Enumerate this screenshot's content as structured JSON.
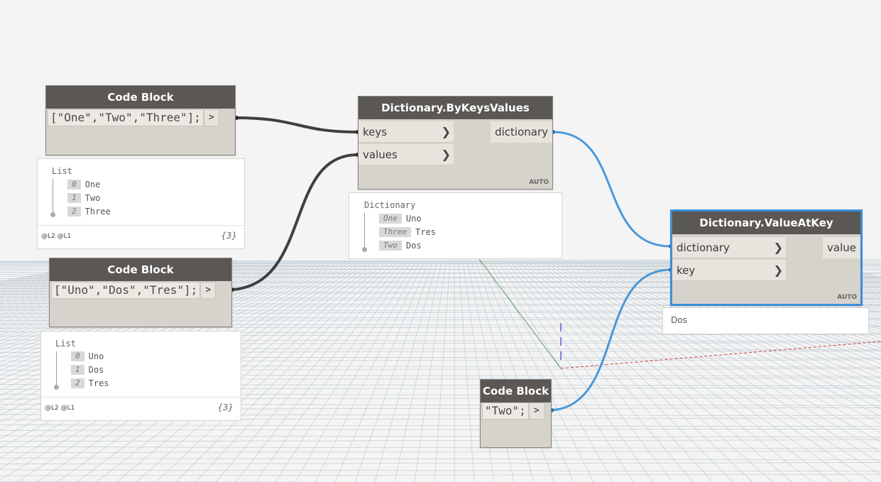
{
  "nodes": {
    "code_block_1": {
      "title": "Code Block",
      "code": "[\"One\",\"Two\",\"Three\"];",
      "port": ">"
    },
    "code_block_2": {
      "title": "Code Block",
      "code": "[\"Uno\",\"Dos\",\"Tres\"];",
      "port": ">"
    },
    "code_block_3": {
      "title": "Code Block",
      "code": "\"Two\";",
      "port": ">"
    },
    "by_keys_values": {
      "title": "Dictionary.ByKeysValues",
      "inputs": [
        "keys",
        "values"
      ],
      "output": "dictionary",
      "lacing": "AUTO"
    },
    "value_at_key": {
      "title": "Dictionary.ValueAtKey",
      "inputs": [
        "dictionary",
        "key"
      ],
      "output": "value",
      "lacing": "AUTO"
    }
  },
  "previews": {
    "list_1": {
      "title": "List",
      "items": [
        {
          "index": "0",
          "value": "One"
        },
        {
          "index": "1",
          "value": "Two"
        },
        {
          "index": "2",
          "value": "Three"
        }
      ],
      "levels": "@L2 @L1",
      "count": "{3}"
    },
    "list_2": {
      "title": "List",
      "items": [
        {
          "index": "0",
          "value": "Uno"
        },
        {
          "index": "1",
          "value": "Dos"
        },
        {
          "index": "2",
          "value": "Tres"
        }
      ],
      "levels": "@L2 @L1",
      "count": "{3}"
    },
    "dictionary": {
      "title": "Dictionary",
      "items": [
        {
          "index": "One",
          "value": "Uno"
        },
        {
          "index": "Three",
          "value": "Tres"
        },
        {
          "index": "Two",
          "value": "Dos"
        }
      ]
    },
    "value_result": {
      "value": "Dos"
    }
  },
  "colors": {
    "header": "#5a5754",
    "node_body": "#d6d2cc",
    "selected_border": "#3d8fd7",
    "wire_dark": "#3f3f3f",
    "wire_selected": "#4a98d8",
    "grid": "#b9c6cf"
  }
}
